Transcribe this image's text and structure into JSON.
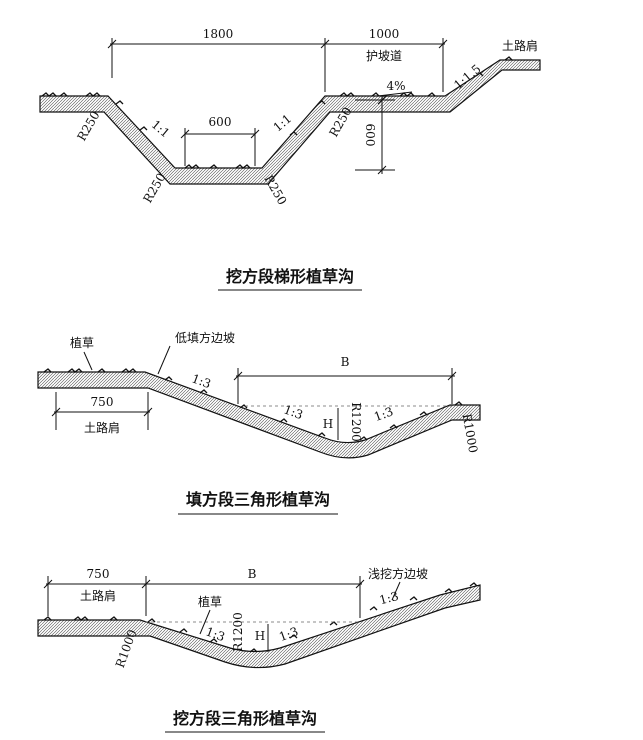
{
  "section1": {
    "title": "挖方段梯形植草沟",
    "dim_top_left": "1800",
    "dim_top_right": "1000",
    "dim_bottom": "600",
    "dim_depth": "600",
    "label_slope_protection": "护坡道",
    "label_shoulder": "土路肩",
    "label_slope_left": "1:1",
    "label_slope_right": "1:1",
    "label_slope_outer": "1:1.5",
    "label_grade": "4%",
    "label_r_top_left": "R250",
    "label_r_bottom_left": "R250",
    "label_r_bottom_right": "R250",
    "label_r_top_right": "R250"
  },
  "section2": {
    "title": "填方段三角形植草沟",
    "label_grass": "植草",
    "label_fill_slope": "低填方边坡",
    "dim_b": "B",
    "dim_shoulder": "750",
    "label_shoulder": "土路肩",
    "label_slope_main": "1:3",
    "label_slope_inner": "1:3",
    "label_slope_right": "1:3",
    "label_h": "H",
    "label_r1200": "R1200",
    "label_r1000": "R1000"
  },
  "section3": {
    "title": "挖方段三角形植草沟",
    "dim_shoulder": "750",
    "dim_b": "B",
    "label_shoulder": "土路肩",
    "label_grass": "植草",
    "label_cut_slope": "浅挖方边坡",
    "label_slope_left": "1:3",
    "label_slope_inner": "1:3",
    "label_slope_right": "1:3",
    "label_h": "H",
    "label_r1200": "R1200",
    "label_r1000": "R1000"
  }
}
